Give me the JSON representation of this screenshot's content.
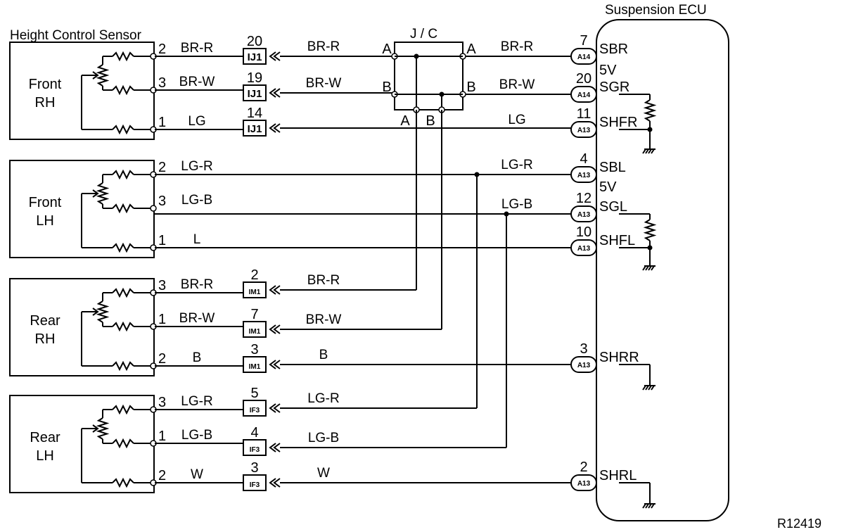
{
  "title_sensor": "Height Control Sensor",
  "title_ecu": "Suspension ECU",
  "jc_label": "J / C",
  "ref_code": "R12419",
  "sensors": [
    {
      "name_line1": "Front",
      "name_line2": "RH",
      "pins": [
        {
          "pin": "2",
          "color": "BR-R"
        },
        {
          "pin": "3",
          "color": "BR-W"
        },
        {
          "pin": "1",
          "color": "LG"
        }
      ]
    },
    {
      "name_line1": "Front",
      "name_line2": "LH",
      "pins": [
        {
          "pin": "2",
          "color": "LG-R"
        },
        {
          "pin": "3",
          "color": "LG-B"
        },
        {
          "pin": "1",
          "color": "L"
        }
      ]
    },
    {
      "name_line1": "Rear",
      "name_line2": "RH",
      "pins": [
        {
          "pin": "3",
          "color": "BR-R"
        },
        {
          "pin": "1",
          "color": "BR-W"
        },
        {
          "pin": "2",
          "color": "B"
        }
      ]
    },
    {
      "name_line1": "Rear",
      "name_line2": "LH",
      "pins": [
        {
          "pin": "3",
          "color": "LG-R"
        },
        {
          "pin": "1",
          "color": "LG-B"
        },
        {
          "pin": "2",
          "color": "W"
        }
      ]
    }
  ],
  "inline_connectors": [
    {
      "number": "20",
      "code": "IJ1",
      "wire_color": "BR-R"
    },
    {
      "number": "19",
      "code": "IJ1",
      "wire_color": "BR-W"
    },
    {
      "number": "14",
      "code": "IJ1",
      "wire_color": ""
    },
    {
      "number": "2",
      "code": "IM1",
      "wire_color": "BR-R"
    },
    {
      "number": "7",
      "code": "IM1",
      "wire_color": "BR-W"
    },
    {
      "number": "3",
      "code": "IM1",
      "wire_color": "B"
    },
    {
      "number": "5",
      "code": "IF3",
      "wire_color": "LG-R"
    },
    {
      "number": "4",
      "code": "IF3",
      "wire_color": "LG-B"
    },
    {
      "number": "3",
      "code": "IF3",
      "wire_color": "W"
    }
  ],
  "jc_pins": {
    "left_a": "A",
    "left_b": "B",
    "right_a": "A",
    "right_b": "B",
    "bottom_a": "A",
    "bottom_b": "B"
  },
  "ecu_terminals": [
    {
      "number": "7",
      "connector": "A14",
      "name": "SBR",
      "wire_color": "BR-R"
    },
    {
      "number": "20",
      "connector": "A14",
      "name": "SGR",
      "wire_color": "BR-W"
    },
    {
      "number": "11",
      "connector": "A13",
      "name": "SHFR",
      "wire_color": "LG"
    },
    {
      "number": "4",
      "connector": "A13",
      "name": "SBL",
      "wire_color": "LG-R"
    },
    {
      "number": "12",
      "connector": "A13",
      "name": "SGL",
      "wire_color": "LG-B"
    },
    {
      "number": "10",
      "connector": "A13",
      "name": "SHFL",
      "wire_color": ""
    },
    {
      "number": "3",
      "connector": "A13",
      "name": "SHRR",
      "wire_color": ""
    },
    {
      "number": "2",
      "connector": "A13",
      "name": "SHRL",
      "wire_color": ""
    }
  ],
  "ecu_voltage": [
    "5V",
    "5V"
  ]
}
